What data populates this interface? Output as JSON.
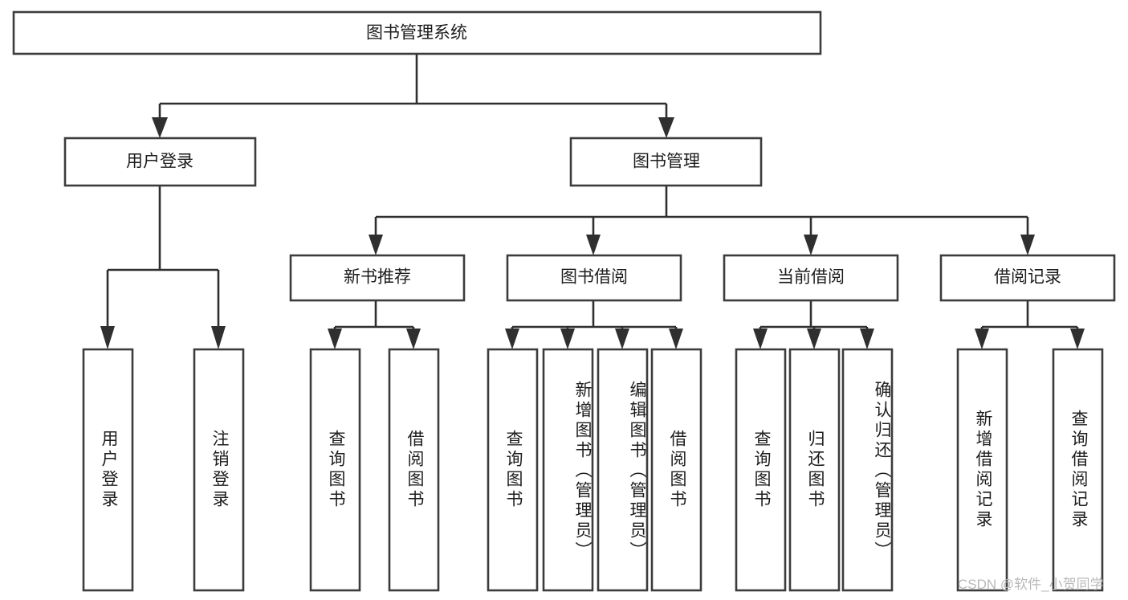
{
  "diagram": {
    "type": "tree-hierarchy",
    "orientation": "top-down",
    "root": {
      "id": "root",
      "label": "图书管理系统"
    },
    "level2": [
      {
        "id": "user-login",
        "label": "用户登录"
      },
      {
        "id": "book-manage",
        "label": "图书管理"
      }
    ],
    "level3": [
      {
        "id": "new-book-rec",
        "label": "新书推荐",
        "parent": "book-manage"
      },
      {
        "id": "book-borrow",
        "label": "图书借阅",
        "parent": "book-manage"
      },
      {
        "id": "current-borrow",
        "label": "当前借阅",
        "parent": "book-manage"
      },
      {
        "id": "borrow-record",
        "label": "借阅记录",
        "parent": "book-manage"
      }
    ],
    "leaves": [
      {
        "id": "leaf-user-login",
        "label": "用户登录",
        "parent": "user-login"
      },
      {
        "id": "leaf-logout-login",
        "label": "注销登录",
        "parent": "user-login"
      },
      {
        "id": "leaf-query-book-1",
        "label": "查询图书",
        "parent": "new-book-rec"
      },
      {
        "id": "leaf-borrow-book-1",
        "label": "借阅图书",
        "parent": "new-book-rec"
      },
      {
        "id": "leaf-query-book-2",
        "label": "查询图书",
        "parent": "book-borrow"
      },
      {
        "id": "leaf-add-book",
        "label": "新增图书（管理员）",
        "parent": "book-borrow"
      },
      {
        "id": "leaf-edit-book",
        "label": "编辑图书（管理员）",
        "parent": "book-borrow"
      },
      {
        "id": "leaf-borrow-book-2",
        "label": "借阅图书",
        "parent": "book-borrow"
      },
      {
        "id": "leaf-query-book-3",
        "label": "查询图书",
        "parent": "current-borrow"
      },
      {
        "id": "leaf-return-book",
        "label": "归还图书",
        "parent": "current-borrow"
      },
      {
        "id": "leaf-confirm-return",
        "label": "确认归还（管理员）",
        "parent": "current-borrow"
      },
      {
        "id": "leaf-add-record",
        "label": "新增借阅记录",
        "parent": "borrow-record"
      },
      {
        "id": "leaf-query-record",
        "label": "查询借阅记录",
        "parent": "borrow-record"
      }
    ],
    "colors": {
      "box_stroke": "#3c3c3c",
      "connector": "#2f2f2f",
      "background": "#ffffff",
      "text": "#1d1d1d",
      "watermark": "#b9b9b9"
    }
  },
  "watermark": {
    "text": "CSDN @软件_小贺同学"
  }
}
